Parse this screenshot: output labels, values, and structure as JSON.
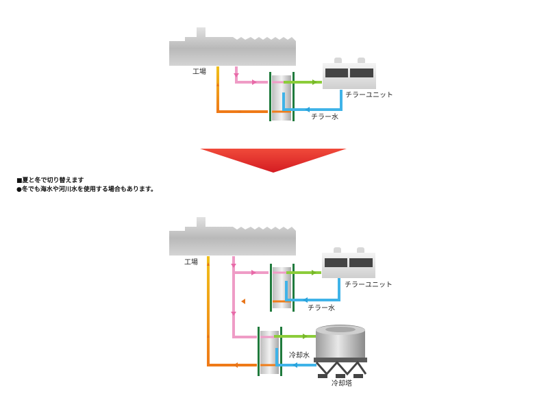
{
  "notes": {
    "heading": "■夏と冬で切り替えます",
    "detail": "●冬でも海水や河川水を使用する場合もあります。"
  },
  "summer": {
    "factory_label": "工場",
    "chiller_label": "チラーユニット",
    "chiller_water_label": "チラー水"
  },
  "winter": {
    "factory_label": "工場",
    "chiller_label": "チラーユニット",
    "chiller_water_label": "チラー水",
    "cooling_water_label": "冷却水",
    "cooling_tower_label": "冷却塔"
  },
  "colors": {
    "factory_loop": "#f3a21c",
    "factory_loop_warm": "#ef7d1a",
    "return_pink": "#ef9cc6",
    "chiller_supply_green": "#8ccc3a",
    "chiller_return_blue": "#3fb3e8",
    "heat_exchanger_frame": "#1f7a3c",
    "arrow_red": "#e8282d"
  }
}
